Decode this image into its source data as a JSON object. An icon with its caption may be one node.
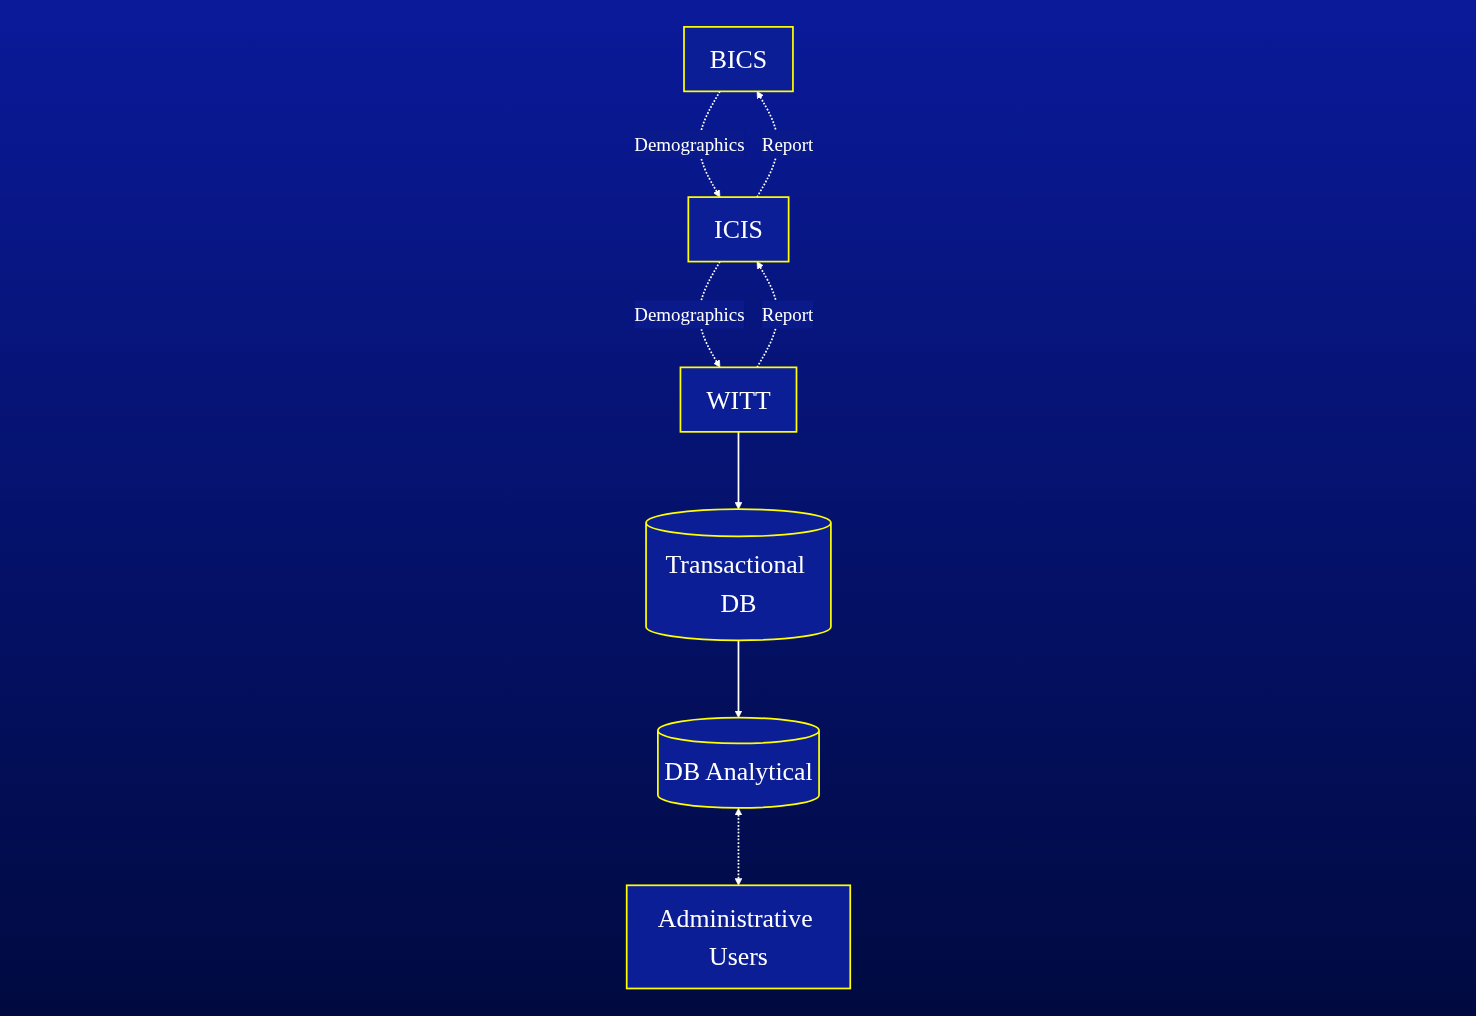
{
  "diagram": {
    "nodes": [
      {
        "text": [
          "BICS"
        ]
      },
      {
        "text": [
          "ICIS"
        ]
      },
      {
        "text": [
          "WITT"
        ]
      },
      {
        "text": [
          "Transactional DB"
        ]
      },
      {
        "text": [
          "DB Analytical"
        ]
      },
      {
        "text": [
          "Administrative Users"
        ]
      }
    ],
    "edges": [
      {
        "from": 0,
        "to": 1,
        "arrow": "to",
        "label": "Demographics",
        "style": "dashed"
      },
      {
        "from": 1,
        "to": 0,
        "arrow": "to",
        "label": "Report",
        "style": "dashed"
      },
      {
        "from": 1,
        "to": 2,
        "arrow": "to",
        "label": "Demographics",
        "style": "dashed"
      },
      {
        "from": 2,
        "to": 1,
        "arrow": "to",
        "label": "Report",
        "style": "dashed"
      },
      {
        "from": 2,
        "to": 3,
        "arrow": "to"
      },
      {
        "from": 3,
        "to": 4,
        "arrow": "to"
      },
      {
        "from": 4,
        "to": 5,
        "arrow": "both",
        "style": "dashed"
      }
    ]
  }
}
